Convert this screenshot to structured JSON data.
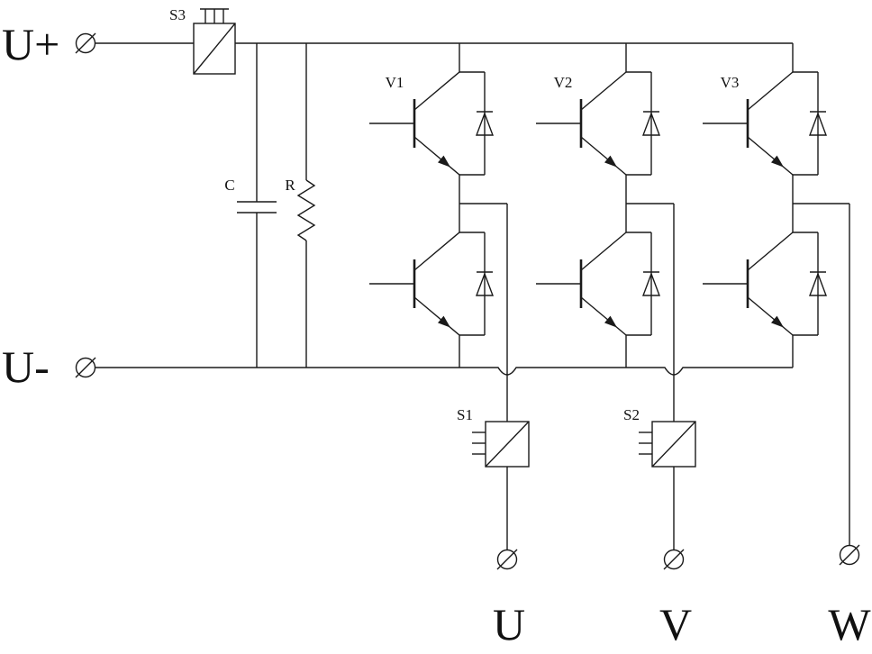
{
  "diagram": {
    "labels": {
      "dc_plus": "U+",
      "dc_minus": "U-",
      "sensor_dc": "S3",
      "capacitor": "C",
      "resistor": "R",
      "igbt1": "V1",
      "igbt2": "V2",
      "igbt3": "V3",
      "sensor_u": "S1",
      "sensor_v": "S2",
      "phase_u": "U",
      "phase_v": "V",
      "phase_w": "W"
    },
    "colors": {
      "line": "#1a1a1a",
      "background": "#ffffff"
    }
  }
}
